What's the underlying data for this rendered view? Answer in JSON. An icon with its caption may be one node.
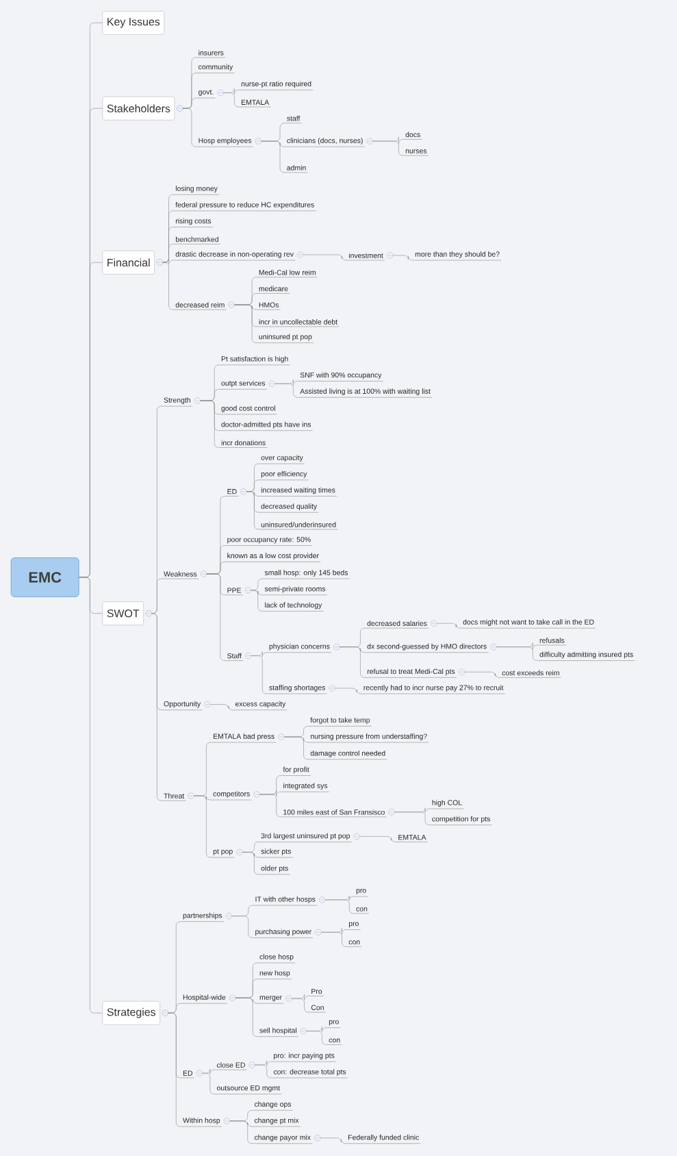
{
  "diagram": {
    "nodes": [
      {
        "text": [
          "EMC"
        ]
      },
      {
        "text": [
          "Key Issues"
        ]
      },
      {
        "text": [
          "Stakeholders"
        ]
      },
      {
        "text": [
          "insurers"
        ]
      },
      {
        "text": [
          "community"
        ]
      },
      {
        "text": [
          "govt."
        ]
      },
      {
        "text": [
          "nurse-pt ratio required"
        ]
      },
      {
        "text": [
          "EMTALA"
        ]
      },
      {
        "text": [
          "Hosp employees"
        ]
      },
      {
        "text": [
          "staff"
        ]
      },
      {
        "text": [
          "clinicians (docs, nurses)"
        ]
      },
      {
        "text": [
          "docs"
        ]
      },
      {
        "text": [
          "nurses"
        ]
      },
      {
        "text": [
          "admin"
        ]
      },
      {
        "text": [
          "Financial"
        ]
      },
      {
        "text": [
          "losing money"
        ]
      },
      {
        "text": [
          "federal pressure to reduce HC expenditures"
        ]
      },
      {
        "text": [
          "rising costs"
        ]
      },
      {
        "text": [
          "benchmarked"
        ]
      },
      {
        "text": [
          "drastic decrease in non-operating rev"
        ]
      },
      {
        "text": [
          "investment"
        ]
      },
      {
        "text": [
          "more than they should be?"
        ]
      },
      {
        "text": [
          "decreased reim"
        ]
      },
      {
        "text": [
          "Medi-Cal low reim"
        ]
      },
      {
        "text": [
          "medicare"
        ]
      },
      {
        "text": [
          "HMOs"
        ]
      },
      {
        "text": [
          "incr in uncollectable debt"
        ]
      },
      {
        "text": [
          "uninsured pt pop"
        ]
      },
      {
        "text": [
          "SWOT"
        ]
      },
      {
        "text": [
          "Strength"
        ]
      },
      {
        "text": [
          "Pt satisfaction is high"
        ]
      },
      {
        "text": [
          "outpt services"
        ]
      },
      {
        "text": [
          "SNF with 90% occupancy"
        ]
      },
      {
        "text": [
          "Assisted living is at 100% with waiting list"
        ]
      },
      {
        "text": [
          "good cost control"
        ]
      },
      {
        "text": [
          "doctor-admitted pts have ins"
        ]
      },
      {
        "text": [
          "incr donations"
        ]
      },
      {
        "text": [
          "Weakness"
        ]
      },
      {
        "text": [
          "ED"
        ]
      },
      {
        "text": [
          "over capacity"
        ]
      },
      {
        "text": [
          "poor efficiency"
        ]
      },
      {
        "text": [
          "increased waiting times"
        ]
      },
      {
        "text": [
          "decreased quality"
        ]
      },
      {
        "text": [
          "uninsured/underinsured"
        ]
      },
      {
        "text": [
          "poor occupancy rate: 50%"
        ]
      },
      {
        "text": [
          "known as a low cost provider"
        ]
      },
      {
        "text": [
          "PPE"
        ]
      },
      {
        "text": [
          "small hosp: only 145 beds"
        ]
      },
      {
        "text": [
          "semi-private rooms"
        ]
      },
      {
        "text": [
          "lack of technology"
        ]
      },
      {
        "text": [
          "Staff"
        ]
      },
      {
        "text": [
          "physician concerns"
        ]
      },
      {
        "text": [
          "decreased salaries"
        ]
      },
      {
        "text": [
          "docs might not want to take call in the ED"
        ]
      },
      {
        "text": [
          "dx second-guessed by HMO directors"
        ]
      },
      {
        "text": [
          "refusals"
        ]
      },
      {
        "text": [
          "difficulty admitting insured pts"
        ]
      },
      {
        "text": [
          "refusal to treat Medi-Cal pts"
        ]
      },
      {
        "text": [
          "cost exceeds reim"
        ]
      },
      {
        "text": [
          "staffing shortages"
        ]
      },
      {
        "text": [
          "recently had to incr nurse pay 27% to recruit"
        ]
      },
      {
        "text": [
          "Opportunity"
        ]
      },
      {
        "text": [
          "excess capacity"
        ]
      },
      {
        "text": [
          "Threat"
        ]
      },
      {
        "text": [
          "EMTALA bad press"
        ]
      },
      {
        "text": [
          "forgot to take temp"
        ]
      },
      {
        "text": [
          "nursing pressure from understaffing?"
        ]
      },
      {
        "text": [
          "damage control needed"
        ]
      },
      {
        "text": [
          "competitors"
        ]
      },
      {
        "text": [
          "for profit"
        ]
      },
      {
        "text": [
          "integrated sys"
        ]
      },
      {
        "text": [
          "100 miles east of San Fransisco"
        ]
      },
      {
        "text": [
          "high COL"
        ]
      },
      {
        "text": [
          "competition for pts"
        ]
      },
      {
        "text": [
          "pt pop"
        ]
      },
      {
        "text": [
          "3rd largest uninsured pt pop"
        ]
      },
      {
        "text": [
          "EMTALA"
        ]
      },
      {
        "text": [
          "sicker pts"
        ]
      },
      {
        "text": [
          "older pts"
        ]
      },
      {
        "text": [
          "Strategies"
        ]
      },
      {
        "text": [
          "partnerships"
        ]
      },
      {
        "text": [
          "IT with other hosps"
        ]
      },
      {
        "text": [
          "pro"
        ]
      },
      {
        "text": [
          "con"
        ]
      },
      {
        "text": [
          "purchasing power"
        ]
      },
      {
        "text": [
          "pro"
        ]
      },
      {
        "text": [
          "con"
        ]
      },
      {
        "text": [
          "Hospital-wide"
        ]
      },
      {
        "text": [
          "close hosp"
        ]
      },
      {
        "text": [
          "new hosp"
        ]
      },
      {
        "text": [
          "merger"
        ]
      },
      {
        "text": [
          "Pro"
        ]
      },
      {
        "text": [
          "Con"
        ]
      },
      {
        "text": [
          "sell hospital"
        ]
      },
      {
        "text": [
          "pro"
        ]
      },
      {
        "text": [
          "con"
        ]
      },
      {
        "text": [
          "ED"
        ]
      },
      {
        "text": [
          "close ED"
        ]
      },
      {
        "text": [
          "pro: incr paying pts"
        ]
      },
      {
        "text": [
          "con: decrease total pts"
        ]
      },
      {
        "text": [
          "outsource ED mgmt"
        ]
      },
      {
        "text": [
          "Within hosp"
        ]
      },
      {
        "text": [
          "change ops"
        ]
      },
      {
        "text": [
          "change pt mix"
        ]
      },
      {
        "text": [
          "change payor mix"
        ]
      },
      {
        "text": [
          "Federally funded clinic"
        ]
      }
    ],
    "edges": [
      {
        "from": 0,
        "to": 1,
        "arrow": "none"
      },
      {
        "from": 0,
        "to": 2,
        "arrow": "none"
      },
      {
        "from": 2,
        "to": 3,
        "arrow": "none"
      },
      {
        "from": 2,
        "to": 4,
        "arrow": "none"
      },
      {
        "from": 2,
        "to": 5,
        "arrow": "none"
      },
      {
        "from": 5,
        "to": 6,
        "arrow": "none"
      },
      {
        "from": 5,
        "to": 7,
        "arrow": "none"
      },
      {
        "from": 2,
        "to": 8,
        "arrow": "none"
      },
      {
        "from": 8,
        "to": 9,
        "arrow": "none"
      },
      {
        "from": 8,
        "to": 10,
        "arrow": "none"
      },
      {
        "from": 10,
        "to": 11,
        "arrow": "none"
      },
      {
        "from": 10,
        "to": 12,
        "arrow": "none"
      },
      {
        "from": 8,
        "to": 13,
        "arrow": "none"
      },
      {
        "from": 0,
        "to": 14,
        "arrow": "none"
      },
      {
        "from": 14,
        "to": 15,
        "arrow": "none"
      },
      {
        "from": 14,
        "to": 16,
        "arrow": "none"
      },
      {
        "from": 14,
        "to": 17,
        "arrow": "none"
      },
      {
        "from": 14,
        "to": 18,
        "arrow": "none"
      },
      {
        "from": 14,
        "to": 19,
        "arrow": "none"
      },
      {
        "from": 19,
        "to": 20,
        "arrow": "none"
      },
      {
        "from": 20,
        "to": 21,
        "arrow": "none"
      },
      {
        "from": 14,
        "to": 22,
        "arrow": "none"
      },
      {
        "from": 22,
        "to": 23,
        "arrow": "none"
      },
      {
        "from": 22,
        "to": 24,
        "arrow": "none"
      },
      {
        "from": 22,
        "to": 25,
        "arrow": "none"
      },
      {
        "from": 22,
        "to": 26,
        "arrow": "none"
      },
      {
        "from": 22,
        "to": 27,
        "arrow": "none"
      },
      {
        "from": 0,
        "to": 28,
        "arrow": "none"
      },
      {
        "from": 28,
        "to": 29,
        "arrow": "none"
      },
      {
        "from": 29,
        "to": 30,
        "arrow": "none"
      },
      {
        "from": 29,
        "to": 31,
        "arrow": "none"
      },
      {
        "from": 31,
        "to": 32,
        "arrow": "none"
      },
      {
        "from": 31,
        "to": 33,
        "arrow": "none"
      },
      {
        "from": 29,
        "to": 34,
        "arrow": "none"
      },
      {
        "from": 29,
        "to": 35,
        "arrow": "none"
      },
      {
        "from": 29,
        "to": 36,
        "arrow": "none"
      },
      {
        "from": 28,
        "to": 37,
        "arrow": "none"
      },
      {
        "from": 37,
        "to": 38,
        "arrow": "none"
      },
      {
        "from": 38,
        "to": 39,
        "arrow": "none"
      },
      {
        "from": 38,
        "to": 40,
        "arrow": "none"
      },
      {
        "from": 38,
        "to": 41,
        "arrow": "none"
      },
      {
        "from": 38,
        "to": 42,
        "arrow": "none"
      },
      {
        "from": 38,
        "to": 43,
        "arrow": "none"
      },
      {
        "from": 37,
        "to": 44,
        "arrow": "none"
      },
      {
        "from": 37,
        "to": 45,
        "arrow": "none"
      },
      {
        "from": 37,
        "to": 46,
        "arrow": "none"
      },
      {
        "from": 46,
        "to": 47,
        "arrow": "none"
      },
      {
        "from": 46,
        "to": 48,
        "arrow": "none"
      },
      {
        "from": 46,
        "to": 49,
        "arrow": "none"
      },
      {
        "from": 37,
        "to": 50,
        "arrow": "none"
      },
      {
        "from": 50,
        "to": 51,
        "arrow": "none"
      },
      {
        "from": 51,
        "to": 52,
        "arrow": "none"
      },
      {
        "from": 52,
        "to": 53,
        "arrow": "none"
      },
      {
        "from": 51,
        "to": 54,
        "arrow": "none"
      },
      {
        "from": 54,
        "to": 55,
        "arrow": "none"
      },
      {
        "from": 54,
        "to": 56,
        "arrow": "none"
      },
      {
        "from": 51,
        "to": 57,
        "arrow": "none"
      },
      {
        "from": 57,
        "to": 58,
        "arrow": "none"
      },
      {
        "from": 50,
        "to": 59,
        "arrow": "none"
      },
      {
        "from": 59,
        "to": 60,
        "arrow": "none"
      },
      {
        "from": 28,
        "to": 61,
        "arrow": "none"
      },
      {
        "from": 61,
        "to": 62,
        "arrow": "none"
      },
      {
        "from": 28,
        "to": 63,
        "arrow": "none"
      },
      {
        "from": 63,
        "to": 64,
        "arrow": "none"
      },
      {
        "from": 64,
        "to": 65,
        "arrow": "none"
      },
      {
        "from": 64,
        "to": 66,
        "arrow": "none"
      },
      {
        "from": 64,
        "to": 67,
        "arrow": "none"
      },
      {
        "from": 63,
        "to": 68,
        "arrow": "none"
      },
      {
        "from": 68,
        "to": 69,
        "arrow": "none"
      },
      {
        "from": 68,
        "to": 70,
        "arrow": "none"
      },
      {
        "from": 68,
        "to": 71,
        "arrow": "none"
      },
      {
        "from": 71,
        "to": 72,
        "arrow": "none"
      },
      {
        "from": 71,
        "to": 73,
        "arrow": "none"
      },
      {
        "from": 63,
        "to": 74,
        "arrow": "none"
      },
      {
        "from": 74,
        "to": 75,
        "arrow": "none"
      },
      {
        "from": 75,
        "to": 76,
        "arrow": "none"
      },
      {
        "from": 74,
        "to": 77,
        "arrow": "none"
      },
      {
        "from": 74,
        "to": 78,
        "arrow": "none"
      },
      {
        "from": 0,
        "to": 79,
        "arrow": "none"
      },
      {
        "from": 79,
        "to": 80,
        "arrow": "none"
      },
      {
        "from": 80,
        "to": 81,
        "arrow": "none"
      },
      {
        "from": 81,
        "to": 82,
        "arrow": "none"
      },
      {
        "from": 81,
        "to": 83,
        "arrow": "none"
      },
      {
        "from": 80,
        "to": 84,
        "arrow": "none"
      },
      {
        "from": 84,
        "to": 85,
        "arrow": "none"
      },
      {
        "from": 84,
        "to": 86,
        "arrow": "none"
      },
      {
        "from": 79,
        "to": 87,
        "arrow": "none"
      },
      {
        "from": 87,
        "to": 88,
        "arrow": "none"
      },
      {
        "from": 87,
        "to": 89,
        "arrow": "none"
      },
      {
        "from": 87,
        "to": 90,
        "arrow": "none"
      },
      {
        "from": 90,
        "to": 91,
        "arrow": "none"
      },
      {
        "from": 90,
        "to": 92,
        "arrow": "none"
      },
      {
        "from": 87,
        "to": 93,
        "arrow": "none"
      },
      {
        "from": 93,
        "to": 94,
        "arrow": "none"
      },
      {
        "from": 93,
        "to": 95,
        "arrow": "none"
      },
      {
        "from": 79,
        "to": 96,
        "arrow": "none"
      },
      {
        "from": 96,
        "to": 97,
        "arrow": "none"
      },
      {
        "from": 97,
        "to": 98,
        "arrow": "none"
      },
      {
        "from": 97,
        "to": 99,
        "arrow": "none"
      },
      {
        "from": 96,
        "to": 100,
        "arrow": "none"
      },
      {
        "from": 79,
        "to": 101,
        "arrow": "none"
      },
      {
        "from": 101,
        "to": 102,
        "arrow": "none"
      },
      {
        "from": 101,
        "to": 103,
        "arrow": "none"
      },
      {
        "from": 101,
        "to": 104,
        "arrow": "none"
      },
      {
        "from": 104,
        "to": 105,
        "arrow": "none"
      }
    ]
  }
}
